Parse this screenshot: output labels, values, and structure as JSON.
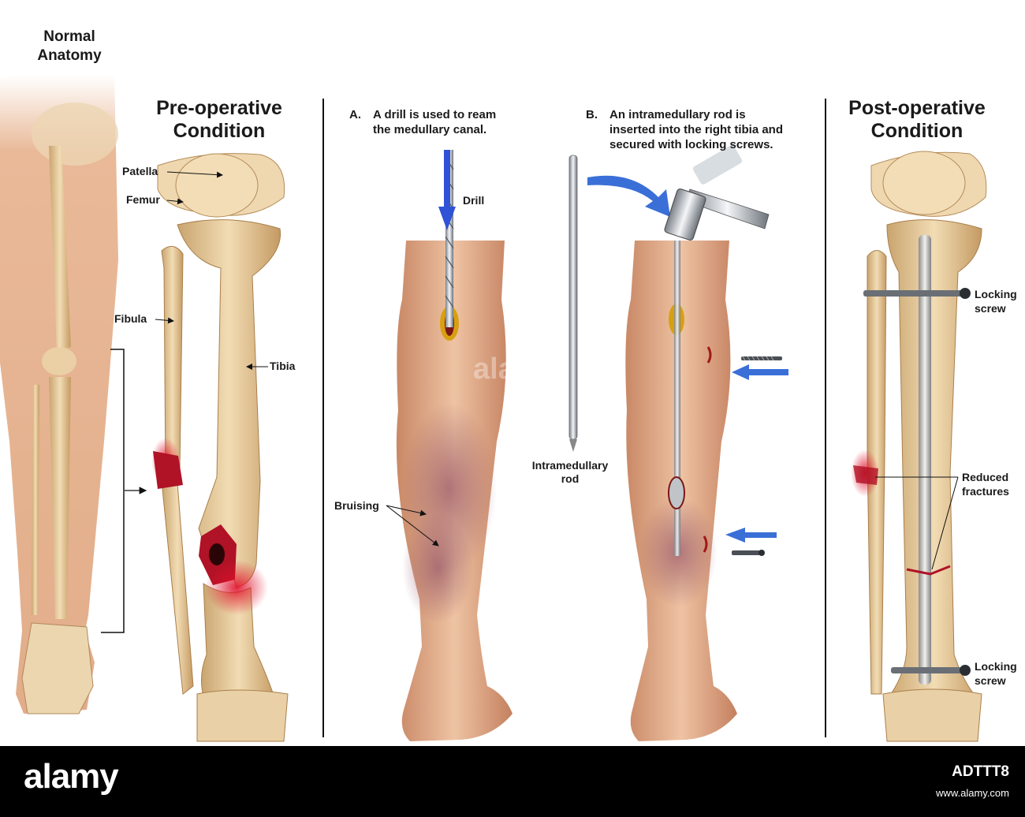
{
  "panels": {
    "normal": {
      "title_line1": "Normal",
      "title_line2": "Anatomy"
    },
    "preop": {
      "title_line1": "Pre-operative",
      "title_line2": "Condition",
      "labels": {
        "patella": "Patella",
        "femur": "Femur",
        "fibula": "Fibula",
        "tibia": "Tibia"
      }
    },
    "step_a": {
      "letter": "A.",
      "caption_line1": "A drill is used to ream",
      "caption_line2": "the medullary canal.",
      "labels": {
        "drill": "Drill",
        "bruising": "Bruising"
      }
    },
    "step_b": {
      "letter": "B.",
      "caption_line1": "An intramedullary rod is",
      "caption_line2": "inserted into the right tibia and",
      "caption_line3": "secured with locking screws.",
      "labels": {
        "rod_line1": "Intramedullary",
        "rod_line2": "rod"
      }
    },
    "postop": {
      "title_line1": "Post-operative",
      "title_line2": "Condition",
      "labels": {
        "locking_screw_top_1": "Locking",
        "locking_screw_top_2": "screw",
        "reduced_1": "Reduced",
        "reduced_2": "fractures",
        "locking_screw_bottom_1": "Locking",
        "locking_screw_bottom_2": "screw"
      }
    }
  },
  "watermark": "alamy",
  "footer": {
    "logo": "alamy",
    "image_id": "ADTTT8",
    "url": "www.alamy.com"
  },
  "colors": {
    "bone": "#e8c89a",
    "skin": "#e2b08e",
    "fracture": "#c8102e",
    "arrow": "#3b6fd8"
  }
}
